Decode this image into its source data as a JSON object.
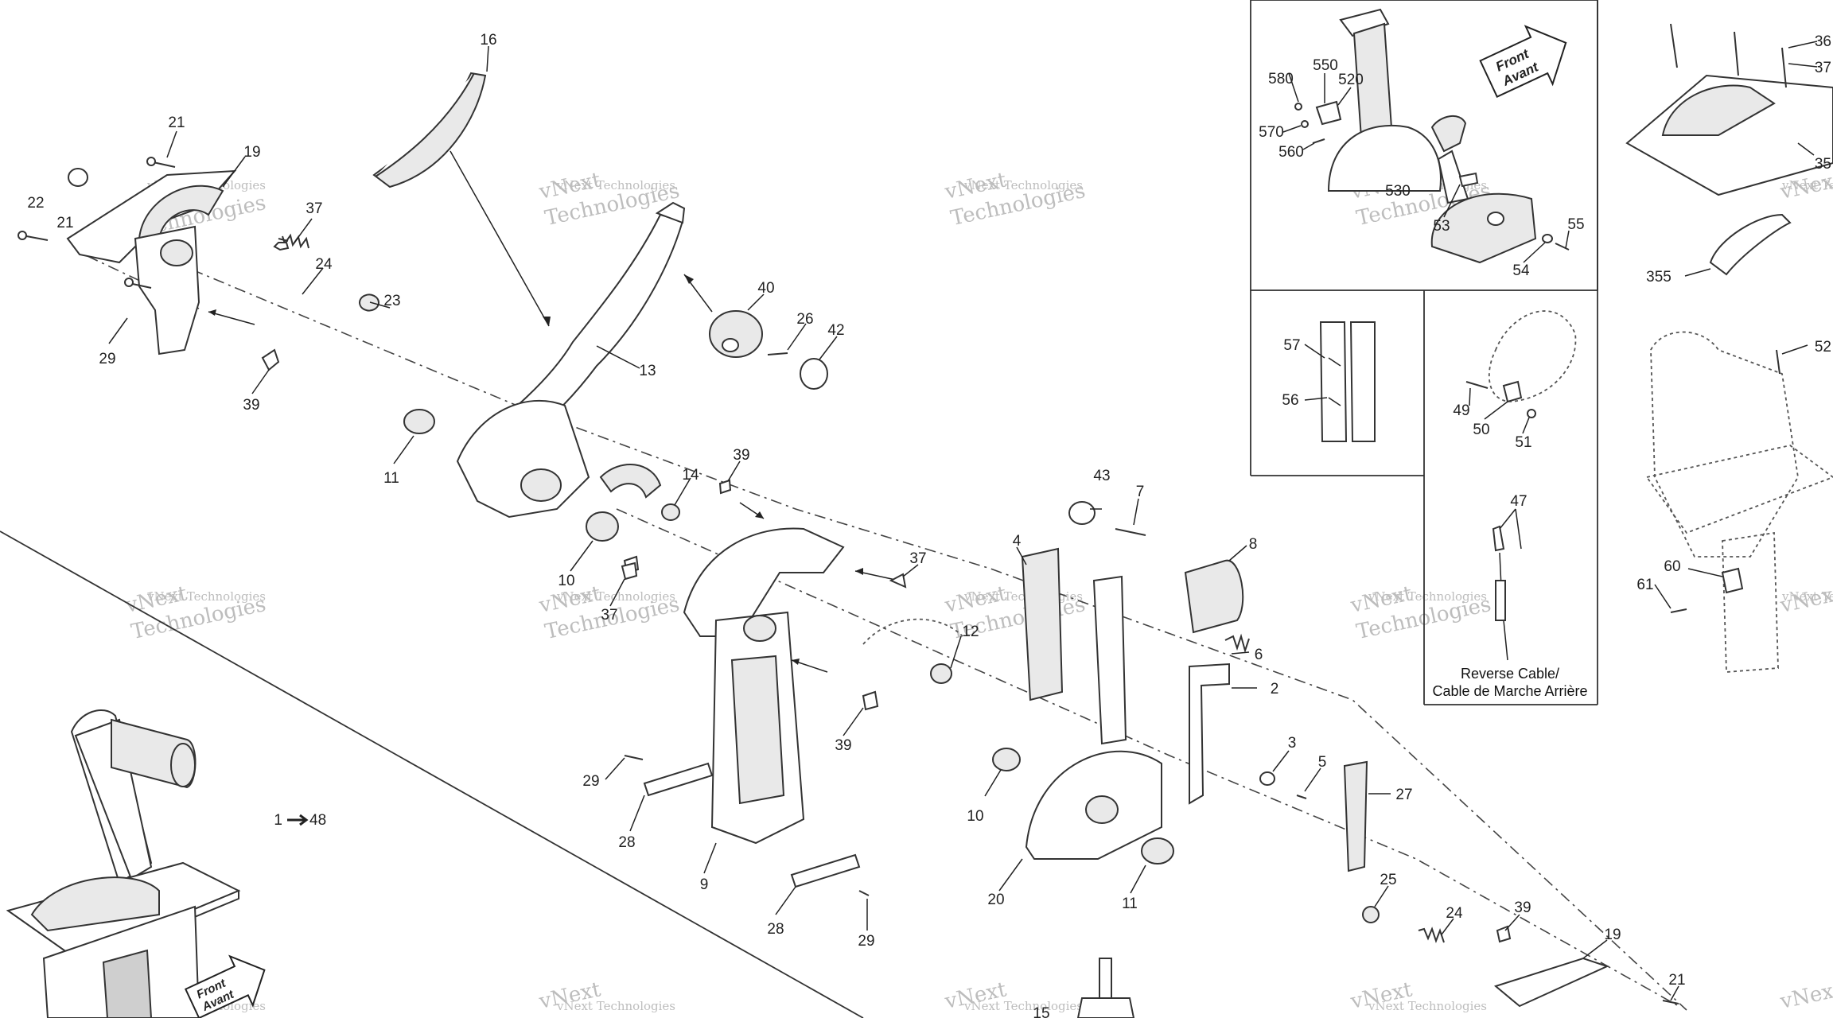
{
  "watermark": {
    "brand": "vNext Technologies",
    "line1": "vNext",
    "line2": "Technologies"
  },
  "callouts": {
    "c1": "1",
    "c1_48": "48",
    "c2": "2",
    "c3": "3",
    "c4": "4",
    "c5": "5",
    "c6": "6",
    "c7": "7",
    "c8": "8",
    "c9": "9",
    "c10a": "10",
    "c10b": "10",
    "c11a": "11",
    "c11b": "11",
    "c12": "12",
    "c13": "13",
    "c14": "14",
    "c15": "15",
    "c16": "16",
    "c19a": "19",
    "c19b": "19",
    "c20": "20",
    "c21a": "21",
    "c21b": "21",
    "c21c": "21",
    "c22": "22",
    "c23": "23",
    "c24a": "24",
    "c24b": "24",
    "c25": "25",
    "c26": "26",
    "c27": "27",
    "c28a": "28",
    "c28b": "28",
    "c29a": "29",
    "c29b": "29",
    "c29c": "29",
    "c37a": "37",
    "c37b": "37",
    "c37c": "37",
    "c39a": "39",
    "c39b": "39",
    "c39c": "39",
    "c39d": "39",
    "c40": "40",
    "c42": "42",
    "c43": "43",
    "c47": "47",
    "c49": "49",
    "c50": "50",
    "c51": "51",
    "c52": "52",
    "c53": "53",
    "c54": "54",
    "c55": "55",
    "c56": "56",
    "c57": "57",
    "c60": "60",
    "c61": "61",
    "c355": "355",
    "c35x": "35",
    "c36x": "36",
    "c37x": "37",
    "c520": "520",
    "c530": "530",
    "c550": "550",
    "c560": "560",
    "c570": "570",
    "c580": "580"
  },
  "front_badge": {
    "line1": "Front",
    "line2": "Avant"
  },
  "reverse_cable": {
    "line1": "Reverse Cable/",
    "line2": "Cable de Marche Arrière"
  }
}
